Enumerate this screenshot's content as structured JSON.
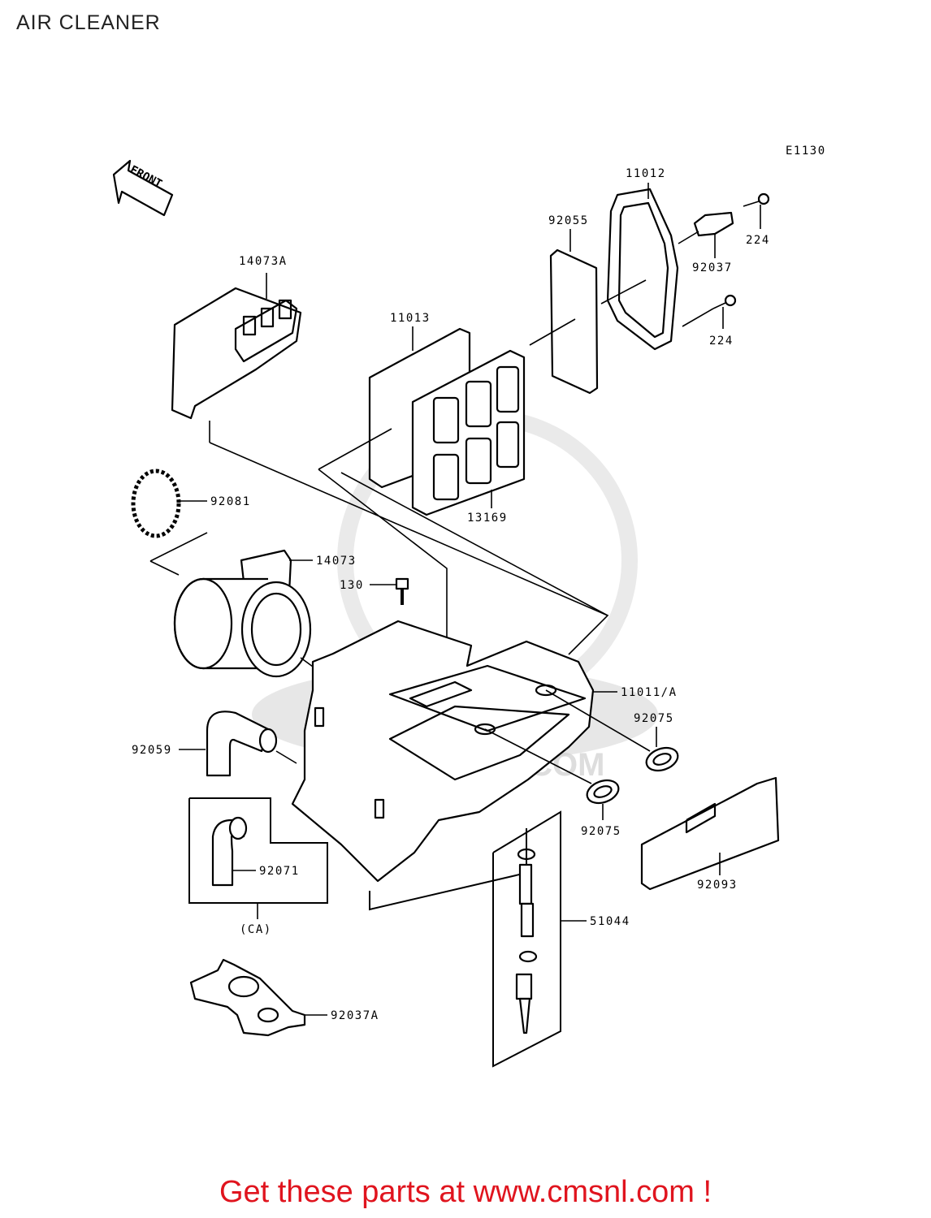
{
  "header": {
    "title": "AIR CLEANER"
  },
  "diagram": {
    "code": "E1130",
    "front_label": "FRONT",
    "watermark_text": "WWW.CMSNL.COM",
    "part_labels": {
      "p11012": "11012",
      "p92055": "92055",
      "p224a": "224",
      "p92037": "92037",
      "p224b": "224",
      "p14073A": "14073A",
      "p11013": "11013",
      "p13169": "13169",
      "p92081": "92081",
      "p14073": "14073",
      "p130": "130",
      "p11011A": "11011/A",
      "p92075a": "92075",
      "p92059": "92059",
      "p92075b": "92075",
      "p92071": "92071",
      "pCA": "(CA)",
      "p51044": "51044",
      "p92093": "92093",
      "p92037A": "92037A"
    }
  },
  "footer": {
    "cta": "Get these parts at www.cmsnl.com !"
  }
}
